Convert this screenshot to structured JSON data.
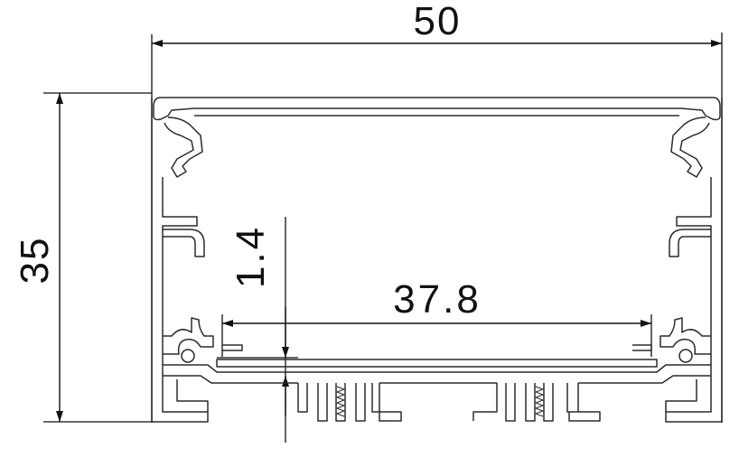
{
  "drawing": {
    "stroke_color": "#2b2b2b",
    "background": "#ffffff",
    "dimensions": {
      "overall_width": "50",
      "overall_height": "35",
      "wall_thickness": "1.4",
      "inner_width": "37.8"
    }
  }
}
